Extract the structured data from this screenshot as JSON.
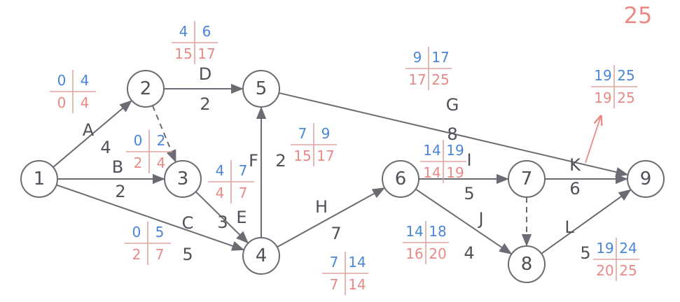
{
  "total_label": "25",
  "nodes": [
    {
      "id": "1",
      "label": "1"
    },
    {
      "id": "2",
      "label": "2"
    },
    {
      "id": "3",
      "label": "3"
    },
    {
      "id": "4",
      "label": "4"
    },
    {
      "id": "5",
      "label": "5"
    },
    {
      "id": "6",
      "label": "6"
    },
    {
      "id": "7",
      "label": "7"
    },
    {
      "id": "8",
      "label": "8"
    },
    {
      "id": "9",
      "label": "9"
    }
  ],
  "edges": [
    {
      "id": "A",
      "from": "1",
      "to": "2",
      "activity": "A",
      "duration": "4",
      "dashed": false
    },
    {
      "id": "B",
      "from": "1",
      "to": "3",
      "activity": "B",
      "duration": "2",
      "dashed": false
    },
    {
      "id": "C",
      "from": "1",
      "to": "4",
      "activity": "C",
      "duration": "5",
      "dashed": false
    },
    {
      "id": "D",
      "from": "2",
      "to": "5",
      "activity": "D",
      "duration": "2",
      "dashed": false
    },
    {
      "id": "d23",
      "from": "2",
      "to": "3",
      "activity": "",
      "duration": "",
      "dashed": true
    },
    {
      "id": "E",
      "from": "3",
      "to": "4",
      "activity": "E",
      "duration": "3",
      "dashed": false
    },
    {
      "id": "F",
      "from": "4",
      "to": "5",
      "activity": "F",
      "duration": "2",
      "dashed": false
    },
    {
      "id": "G",
      "from": "5",
      "to": "9",
      "activity": "G",
      "duration": "8",
      "dashed": false
    },
    {
      "id": "H",
      "from": "4",
      "to": "6",
      "activity": "H",
      "duration": "7",
      "dashed": false
    },
    {
      "id": "I",
      "from": "6",
      "to": "7",
      "activity": "I",
      "duration": "5",
      "dashed": false
    },
    {
      "id": "J",
      "from": "6",
      "to": "8",
      "activity": "J",
      "duration": "4",
      "dashed": false
    },
    {
      "id": "K",
      "from": "7",
      "to": "9",
      "activity": "K",
      "duration": "6",
      "dashed": false
    },
    {
      "id": "d78",
      "from": "7",
      "to": "8",
      "activity": "",
      "duration": "",
      "dashed": true
    },
    {
      "id": "L",
      "from": "8",
      "to": "9",
      "activity": "L",
      "duration": "5",
      "dashed": false
    }
  ],
  "time_boxes": [
    {
      "activity": "A",
      "es": "0",
      "ef": "4",
      "ls": "0",
      "lf": "4"
    },
    {
      "activity": "B",
      "es": "0",
      "ef": "2",
      "ls": "2",
      "lf": "4"
    },
    {
      "activity": "C",
      "es": "0",
      "ef": "5",
      "ls": "2",
      "lf": "7"
    },
    {
      "activity": "D",
      "es": "4",
      "ef": "6",
      "ls": "15",
      "lf": "17"
    },
    {
      "activity": "E",
      "es": "4",
      "ef": "7",
      "ls": "4",
      "lf": "7"
    },
    {
      "activity": "F",
      "es": "7",
      "ef": "9",
      "ls": "15",
      "lf": "17"
    },
    {
      "activity": "G",
      "es": "9",
      "ef": "17",
      "ls": "17",
      "lf": "25"
    },
    {
      "activity": "H",
      "es": "7",
      "ef": "14",
      "ls": "7",
      "lf": "14"
    },
    {
      "activity": "I",
      "es": "14",
      "ef": "19",
      "ls": "14",
      "lf": "19"
    },
    {
      "activity": "J",
      "es": "14",
      "ef": "18",
      "ls": "16",
      "lf": "20"
    },
    {
      "activity": "K",
      "es": "19",
      "ef": "25",
      "ls": "19",
      "lf": "25"
    },
    {
      "activity": "L",
      "es": "19",
      "ef": "24",
      "ls": "20",
      "lf": "25"
    }
  ],
  "colors": {
    "node_stroke": "#6b6b73",
    "text_dark": "#505058",
    "earliest_blue": "#4a86d8",
    "latest_red": "#e98a86"
  }
}
